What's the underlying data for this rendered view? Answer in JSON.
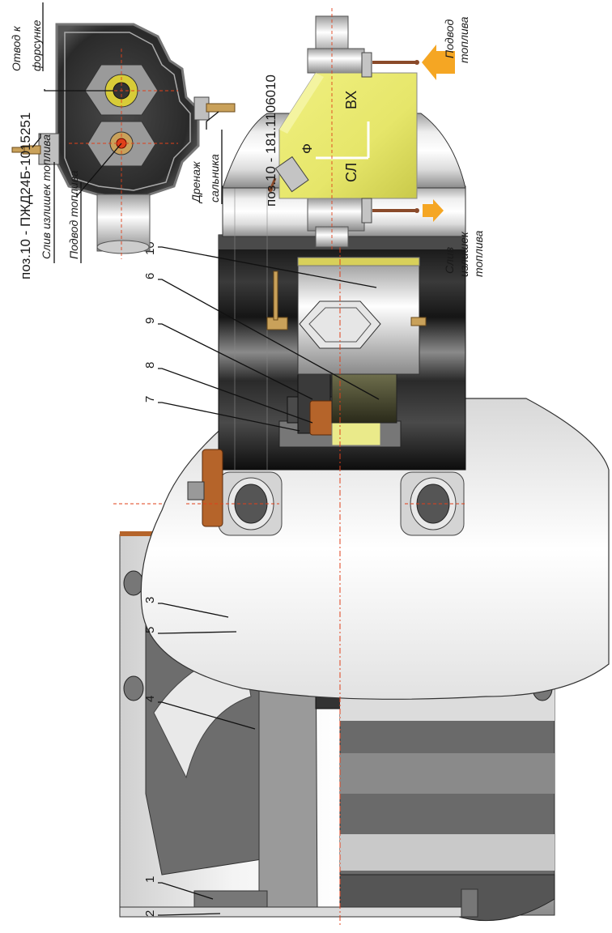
{
  "callouts": [
    "1",
    "2",
    "3",
    "4",
    "5",
    "6",
    "7",
    "8",
    "9",
    "10"
  ],
  "pump_part_number": "поз.10 - ПЖД24Б-1015251",
  "pump_labels": {
    "excess_drain": "Слив излишек топлива",
    "fuel_supply": "Подвод топлива",
    "to_injector_line1": "Отвод к",
    "to_injector_line2": "форсунке",
    "gland_drain_line1": "Дренаж",
    "gland_drain_line2": "сальника"
  },
  "valve_part_number": "поз.10 - 181.1106010",
  "valve_labels": {
    "fuel_supply_line1": "Подвод",
    "fuel_supply_line2": "топлива",
    "excess_drain_line1": "Слив",
    "excess_drain_line2": "излишек",
    "excess_drain_line3": "топлива",
    "mark_in": "ВХ",
    "mark_f": "Ф",
    "mark_drain": "СЛ"
  },
  "colors": {
    "casing_light": "#f2f2f2",
    "casing_shade": "#a8a8a8",
    "motor_dark": "#1c1c1c",
    "valve_yellow": "#e6e66a",
    "arrow_orange": "#f5a623",
    "brass": "#c9a15a",
    "copper": "#b5642a",
    "axis_red": "#e0401a"
  }
}
